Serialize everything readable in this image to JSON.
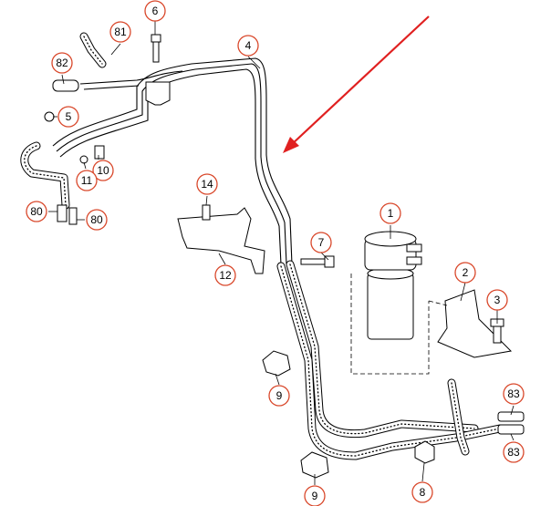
{
  "callouts": [
    {
      "label": "1"
    },
    {
      "label": "2"
    },
    {
      "label": "3"
    },
    {
      "label": "4"
    },
    {
      "label": "5"
    },
    {
      "label": "6"
    },
    {
      "label": "7"
    },
    {
      "label": "8"
    },
    {
      "label": "9"
    },
    {
      "label": "9"
    },
    {
      "label": "10"
    },
    {
      "label": "11"
    },
    {
      "label": "12"
    },
    {
      "label": "14"
    },
    {
      "label": "80"
    },
    {
      "label": "80"
    },
    {
      "label": "81"
    },
    {
      "label": "82"
    },
    {
      "label": "83"
    },
    {
      "label": "83"
    }
  ],
  "colors": {
    "callout_ring": "#d9482b",
    "arrow": "#e02020",
    "line": "#000000"
  }
}
